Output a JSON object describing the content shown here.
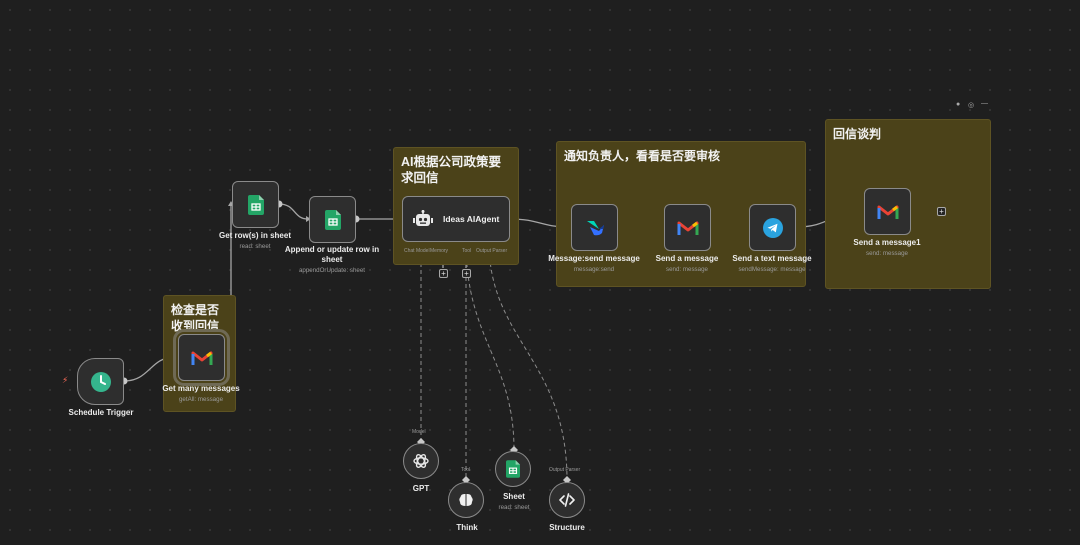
{
  "sticky_notes": {
    "check_reply": "检查是否收到回信",
    "ai_policy": "AI根据公司政策要求回信",
    "notify": "通知负责人，看看是否要审核",
    "negotiate": "回信谈判"
  },
  "nodes": {
    "schedule": {
      "title": "Schedule Trigger",
      "icon": "clock-icon"
    },
    "get_many": {
      "title": "Get many messages",
      "sub": "getAll: message",
      "icon": "gmail-icon"
    },
    "get_rows": {
      "title": "Get row(s) in sheet",
      "sub": "read: sheet",
      "icon": "google-sheets-icon"
    },
    "append": {
      "title": "Append or update row in sheet",
      "sub": "appendOrUpdate: sheet",
      "icon": "google-sheets-icon"
    },
    "agent": {
      "title": "Ideas AIAgent",
      "icon": "robot-icon",
      "ports": [
        "Chat Model",
        "Memory",
        "Tool",
        "Output Parser"
      ]
    },
    "send_lark": {
      "title": "Message:send message",
      "sub": "message:send",
      "icon": "lark-icon"
    },
    "send_gmail": {
      "title": "Send a message",
      "sub": "send: message",
      "icon": "gmail-icon"
    },
    "send_tg": {
      "title": "Send a text message",
      "sub": "sendMessage: message",
      "icon": "telegram-icon"
    },
    "send_gmail1": {
      "title": "Send a message1",
      "sub": "send: message",
      "icon": "gmail-icon"
    },
    "gpt": {
      "title": "GPT",
      "port": "Model",
      "icon": "openai-icon"
    },
    "think": {
      "title": "Think",
      "port": "Tool",
      "icon": "brain-icon"
    },
    "sheet": {
      "title": "Sheet",
      "sub": "read: sheet",
      "icon": "google-sheets-icon"
    },
    "structure": {
      "title": "Structure",
      "port": "Output Parser",
      "icon": "code-icon"
    }
  },
  "colors": {
    "canvas": "#1f1f1f",
    "sticky": "#4b4219",
    "node": "#2e2e2e",
    "wire": "#a6a6a6",
    "trigger_bolt": "#ff6d5a"
  }
}
